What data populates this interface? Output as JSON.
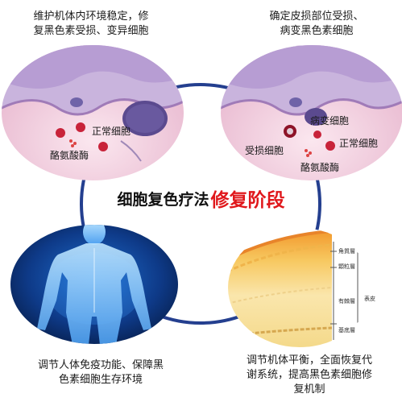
{
  "title": {
    "main": "细胞复色疗法",
    "emphasis": "修复阶段"
  },
  "panels": {
    "top_left": {
      "caption_line1": "维护机体内环境稳定，修",
      "caption_line2": "复黑色素受损、变异细胞",
      "labels": {
        "normal_cell": "正常细胞",
        "tyrosinase": "酪氨酸酶"
      }
    },
    "top_right": {
      "caption_line1": "确定皮损部位受损、",
      "caption_line2": "病变黑色素细胞",
      "labels": {
        "diseased_cell": "病变细胞",
        "normal_cell": "正常细胞",
        "damaged_cell": "受损细胞",
        "tyrosinase": "酪氨酸酶"
      }
    },
    "bottom_left": {
      "caption_line1": "调节人体免疫功能、保障黑",
      "caption_line2": "色素细胞生存环境"
    },
    "bottom_right": {
      "caption_line1": "调节机体平衡，全面恢复代",
      "caption_line2": "谢系统，提高黑色素细胞修",
      "caption_line3": "复机制",
      "layers": {
        "stratum_corneum": "角質層",
        "stratum_granulosum": "顆粒層",
        "stratum_spinosum": "有棘層",
        "stratum_basale": "基底層",
        "epidermis": "表皮"
      }
    }
  },
  "colors": {
    "ring": "#243f8f",
    "accent_red": "#e0171b",
    "tissue_pink": "#e7b6cf",
    "tissue_purple": "#b8a4d4"
  },
  "icons": {
    "body_figure": "human-body-icon"
  }
}
